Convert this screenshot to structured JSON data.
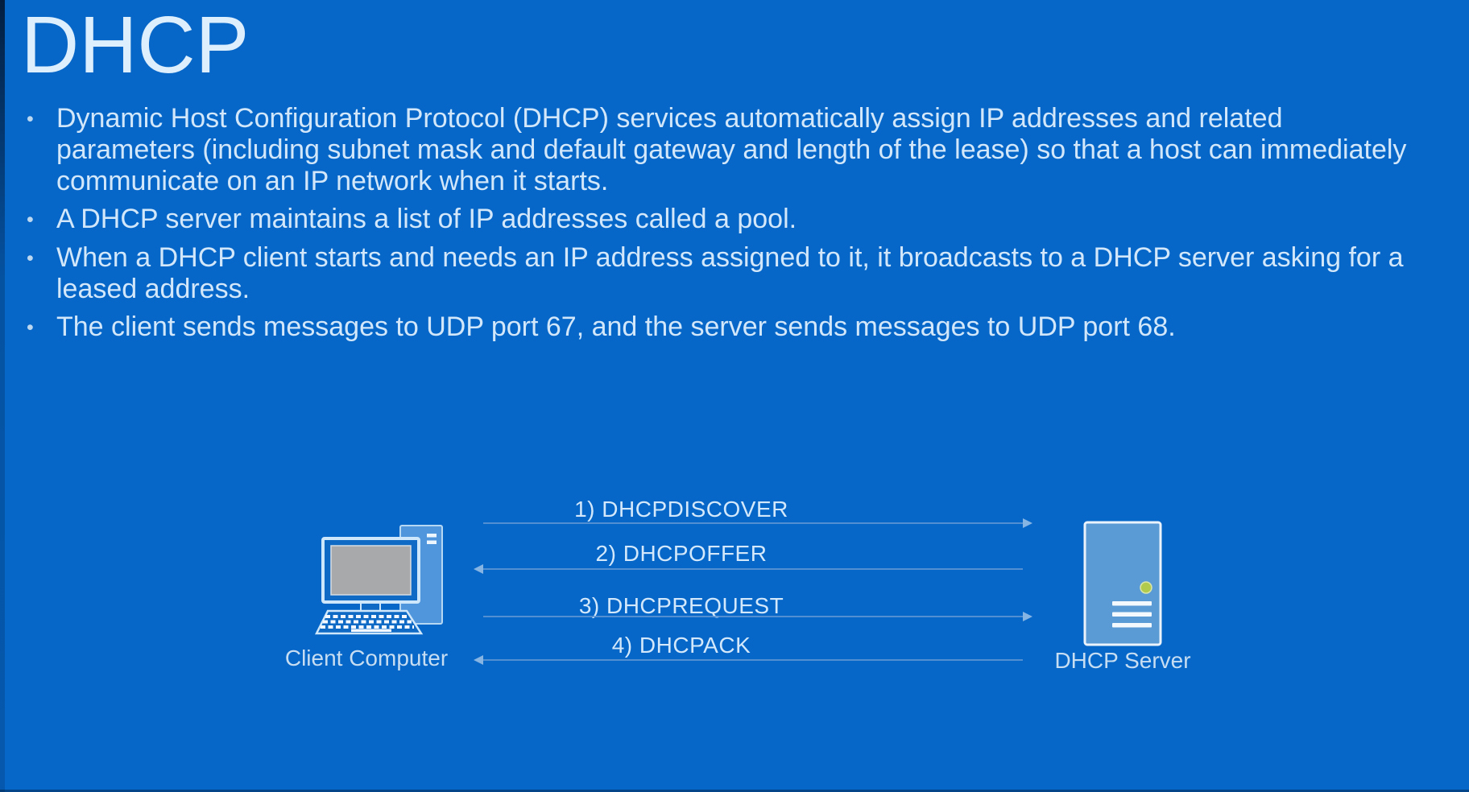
{
  "slide": {
    "title": "DHCP",
    "bullet_glyph": "•",
    "bullets": [
      "Dynamic Host Configuration Protocol (DHCP) services automatically assign IP addresses and related parameters (including subnet mask and default gateway and length of the lease) so that a host can immediately communicate on an IP network when it starts.",
      "A DHCP server maintains a list of IP addresses called a pool.",
      "When a DHCP client starts and needs an IP address assigned to it, it broadcasts to a DHCP server asking for a leased address.",
      "The client sends messages to UDP port 67, and the server sends messages to UDP port 68."
    ]
  },
  "diagram": {
    "client_label": "Client Computer",
    "server_label": "DHCP Server",
    "messages": [
      {
        "label": "1) DHCPDISCOVER",
        "direction": "right"
      },
      {
        "label": "2) DHCPOFFER",
        "direction": "left"
      },
      {
        "label": "3) DHCPREQUEST",
        "direction": "right"
      },
      {
        "label": "4) DHCPACK",
        "direction": "left"
      }
    ]
  },
  "colors": {
    "background": "#0667c9",
    "title_text": "#ddeefc",
    "body_text": "#d2e7f9",
    "arrow_line": "#5f96d4",
    "arrow_head": "#86b4e3",
    "icon_fill": "#5b9bd5",
    "screen_gray": "#a8a9ab",
    "led_green": "#b3cb4d"
  }
}
